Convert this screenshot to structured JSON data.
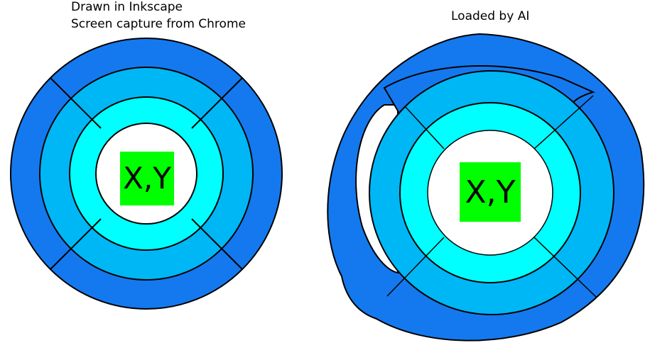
{
  "left_panel": {
    "caption_line_1": "Drawn in Inkscape",
    "caption_line_2": "Screen capture from Chrome",
    "center_label": "X,Y"
  },
  "right_panel": {
    "caption": "Loaded by AI",
    "center_label": "X,Y"
  },
  "colors": {
    "outer_ring": "#1479EE",
    "middle_ring": "#00B7F5",
    "inner_ring": "#00FFFF",
    "center_fill": "#FFFFFF",
    "label_box": "#00FF00",
    "stroke": "#000000"
  }
}
